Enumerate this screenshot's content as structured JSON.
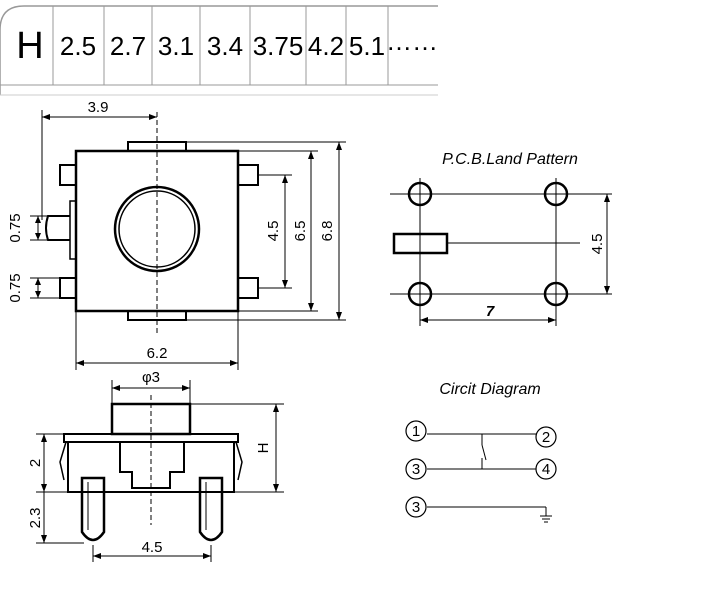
{
  "height_table": {
    "header": "H",
    "values": [
      "2.5",
      "2.7",
      "3.1",
      "3.4",
      "3.75",
      "4.2",
      "5.1",
      "……"
    ]
  },
  "top_view": {
    "dim_width_half": "3.9",
    "dim_total_width": "6.2",
    "dim_pin_pitch": "4.5",
    "dim_outer_height": "6.5",
    "dim_total_height": "6.8",
    "dim_lead_width_upper": "0.75",
    "dim_lead_width_lower": "0.75"
  },
  "land_pattern": {
    "title": "P.C.B.Land Pattern",
    "dim_horizontal": "7",
    "dim_vertical": "4.5"
  },
  "side_view": {
    "dim_diameter": "φ3",
    "dim_body_height": "2",
    "dim_pin_length": "2.3",
    "dim_pin_spacing": "4.5",
    "dim_height_label": "H"
  },
  "circuit": {
    "title": "Circit Diagram",
    "pins": [
      "1",
      "2",
      "3",
      "4",
      "3"
    ]
  }
}
